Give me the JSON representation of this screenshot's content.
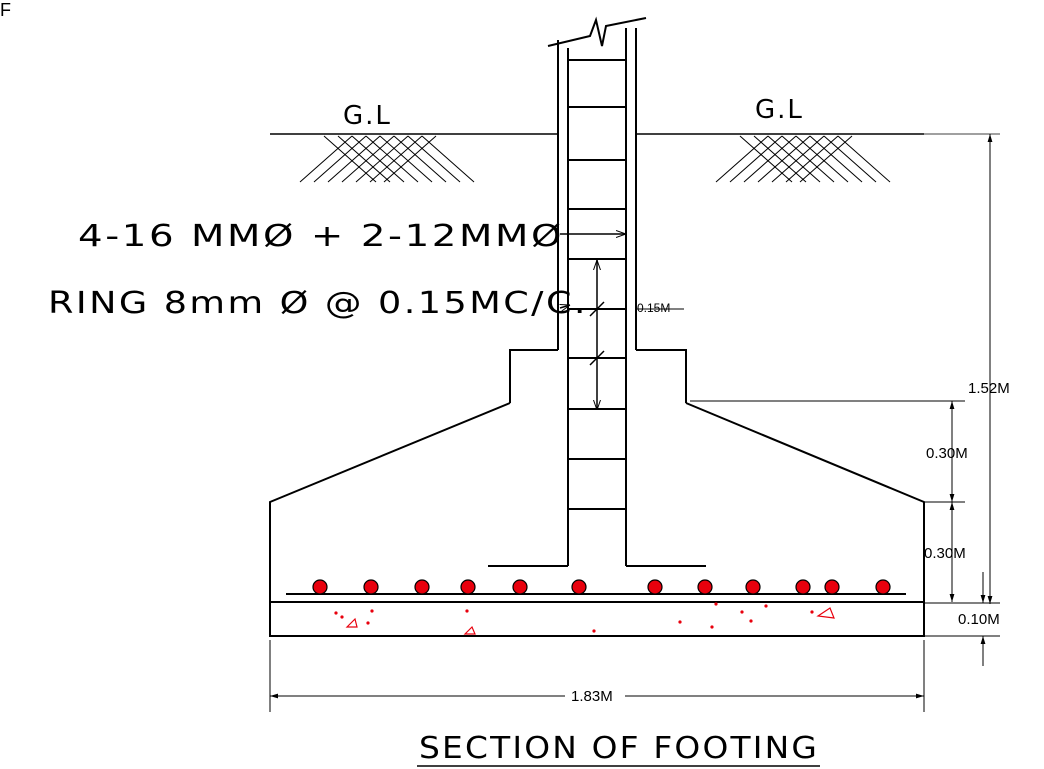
{
  "corner_mark": "F",
  "ground_level_left": "G.L",
  "ground_level_right": "G.L",
  "main_bars_label": "4-16 MMØ + 2-12MMØ",
  "ring_label": "RING 8mm Ø @ 0.15MC/C.",
  "ring_spacing_dim": "0.15M",
  "total_depth_dim": "1.52M",
  "slope_depth_dim": "0.30M",
  "edge_depth_dim": "0.30M",
  "pcc_depth_dim": "0.10M",
  "width_dim": "1.83M",
  "title": "SECTION OF FOOTING",
  "colors": {
    "line": "#000000",
    "rebar": "#e8000d",
    "aggregate": "#e8000d"
  }
}
